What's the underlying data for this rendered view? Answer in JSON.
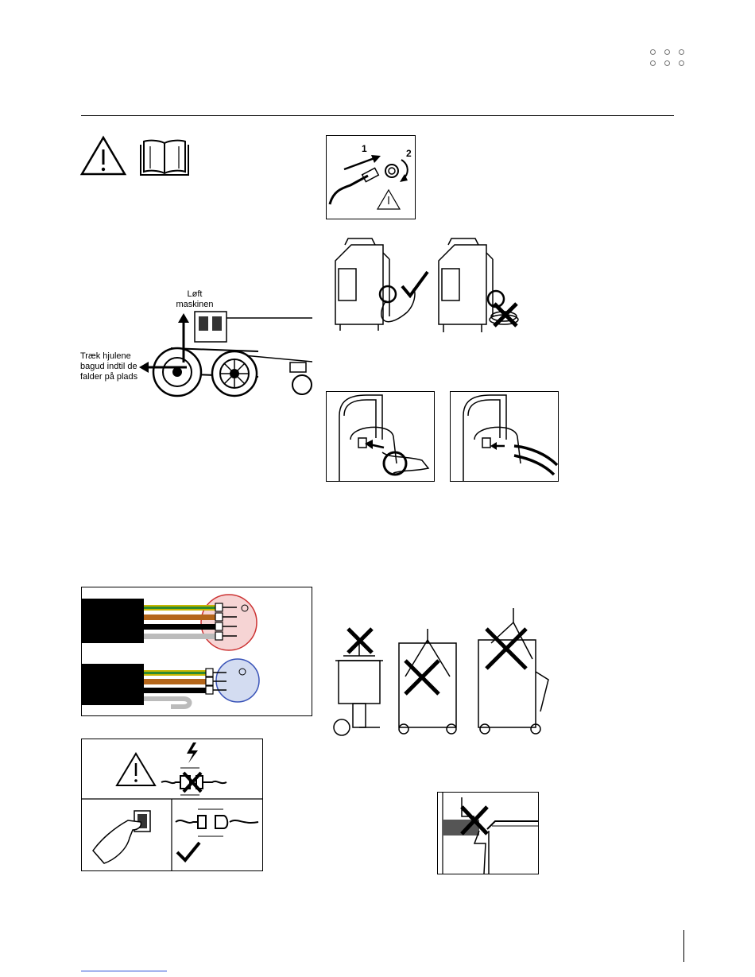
{
  "lift_diagram": {
    "lift_label_line1": "Løft",
    "lift_label_line2": "maskinen",
    "pull_label_line1": "Træk hjulene",
    "pull_label_line2": "bagud indtil de",
    "pull_label_line3": "falder på plads"
  },
  "icons": {
    "warning": "warning-triangle-icon",
    "manual": "open-book-icon",
    "check": "checkmark-icon",
    "cross": "cross-icon",
    "ground": "ground-icon"
  },
  "torch_step": {
    "step1": "1",
    "step2": "2"
  },
  "colors": {
    "three_phase_plug": "#f6d4d4",
    "single_phase_plug": "#d3dcf1",
    "earth_wire": "#c8b700",
    "brown_wire": "#b4661a",
    "link": "#2b4fd8"
  }
}
